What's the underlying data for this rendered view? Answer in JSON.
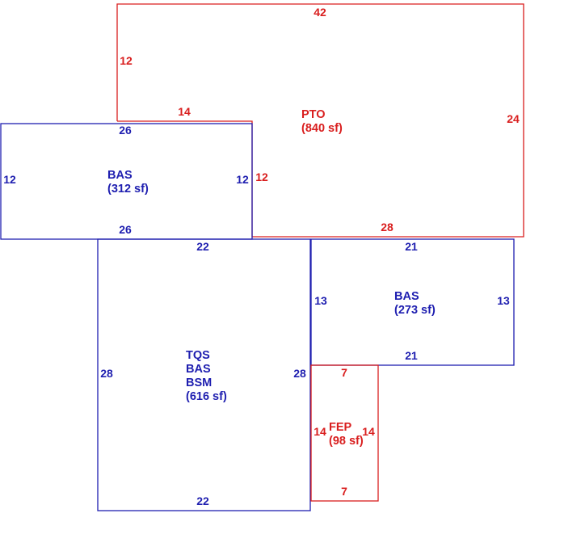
{
  "colors": {
    "living": "#1f1fb0",
    "other": "#d91e1e"
  },
  "areas": [
    {
      "id": "pto",
      "color": "other",
      "lines": [
        "PTO",
        "(840 sf)"
      ],
      "dimensions": {
        "top": "42",
        "right": "24",
        "bottom": "28",
        "left_upper": "12",
        "step_top": "14",
        "step_side": "12"
      }
    },
    {
      "id": "bas-upper-left",
      "color": "living",
      "lines": [
        "BAS",
        "(312 sf)"
      ],
      "dimensions": {
        "top": "26",
        "bottom": "26",
        "left": "12",
        "right": "12"
      }
    },
    {
      "id": "tqs-bas-bsm",
      "color": "living",
      "lines": [
        "TQS",
        "BAS",
        "BSM",
        "(616 sf)"
      ],
      "dimensions": {
        "top": "22",
        "bottom": "22",
        "left": "28",
        "right": "28"
      }
    },
    {
      "id": "bas-right",
      "color": "living",
      "lines": [
        "BAS",
        "(273 sf)"
      ],
      "dimensions": {
        "top": "21",
        "bottom": "21",
        "left": "13",
        "right": "13"
      }
    },
    {
      "id": "fep",
      "color": "other",
      "lines": [
        "FEP",
        "(98 sf)"
      ],
      "dimensions": {
        "top": "7",
        "bottom": "7",
        "left": "14",
        "right": "14"
      }
    }
  ]
}
